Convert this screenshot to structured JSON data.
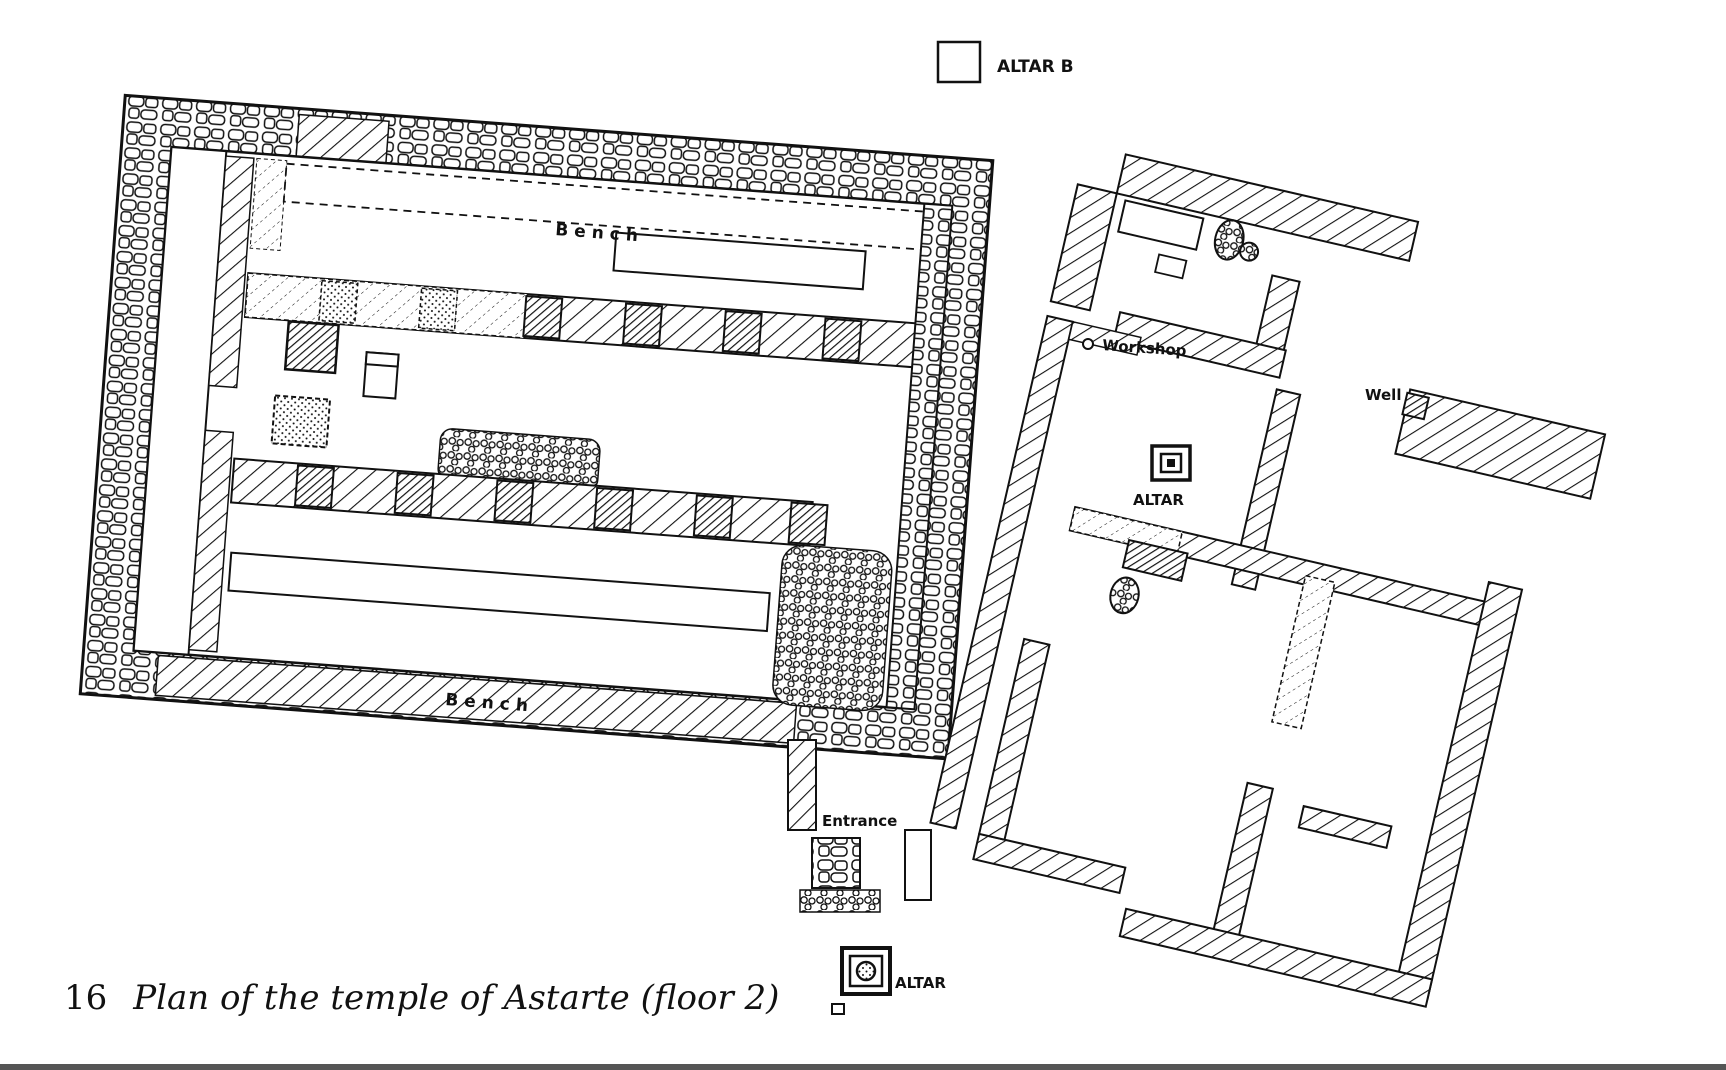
{
  "figure": {
    "number": "16",
    "caption": "Plan of the temple of Astarte (floor 2)"
  },
  "labels": {
    "altar_b": "ALTAR B",
    "bench_upper": "Bench",
    "bench_lower": "Bench",
    "workshop": "Workshop",
    "well": "Well",
    "altar_inner": "ALTAR",
    "altar_outer": "ALTAR",
    "entrance": "Entrance"
  },
  "colors": {
    "ink": "#111111",
    "paper": "#ffffff"
  }
}
